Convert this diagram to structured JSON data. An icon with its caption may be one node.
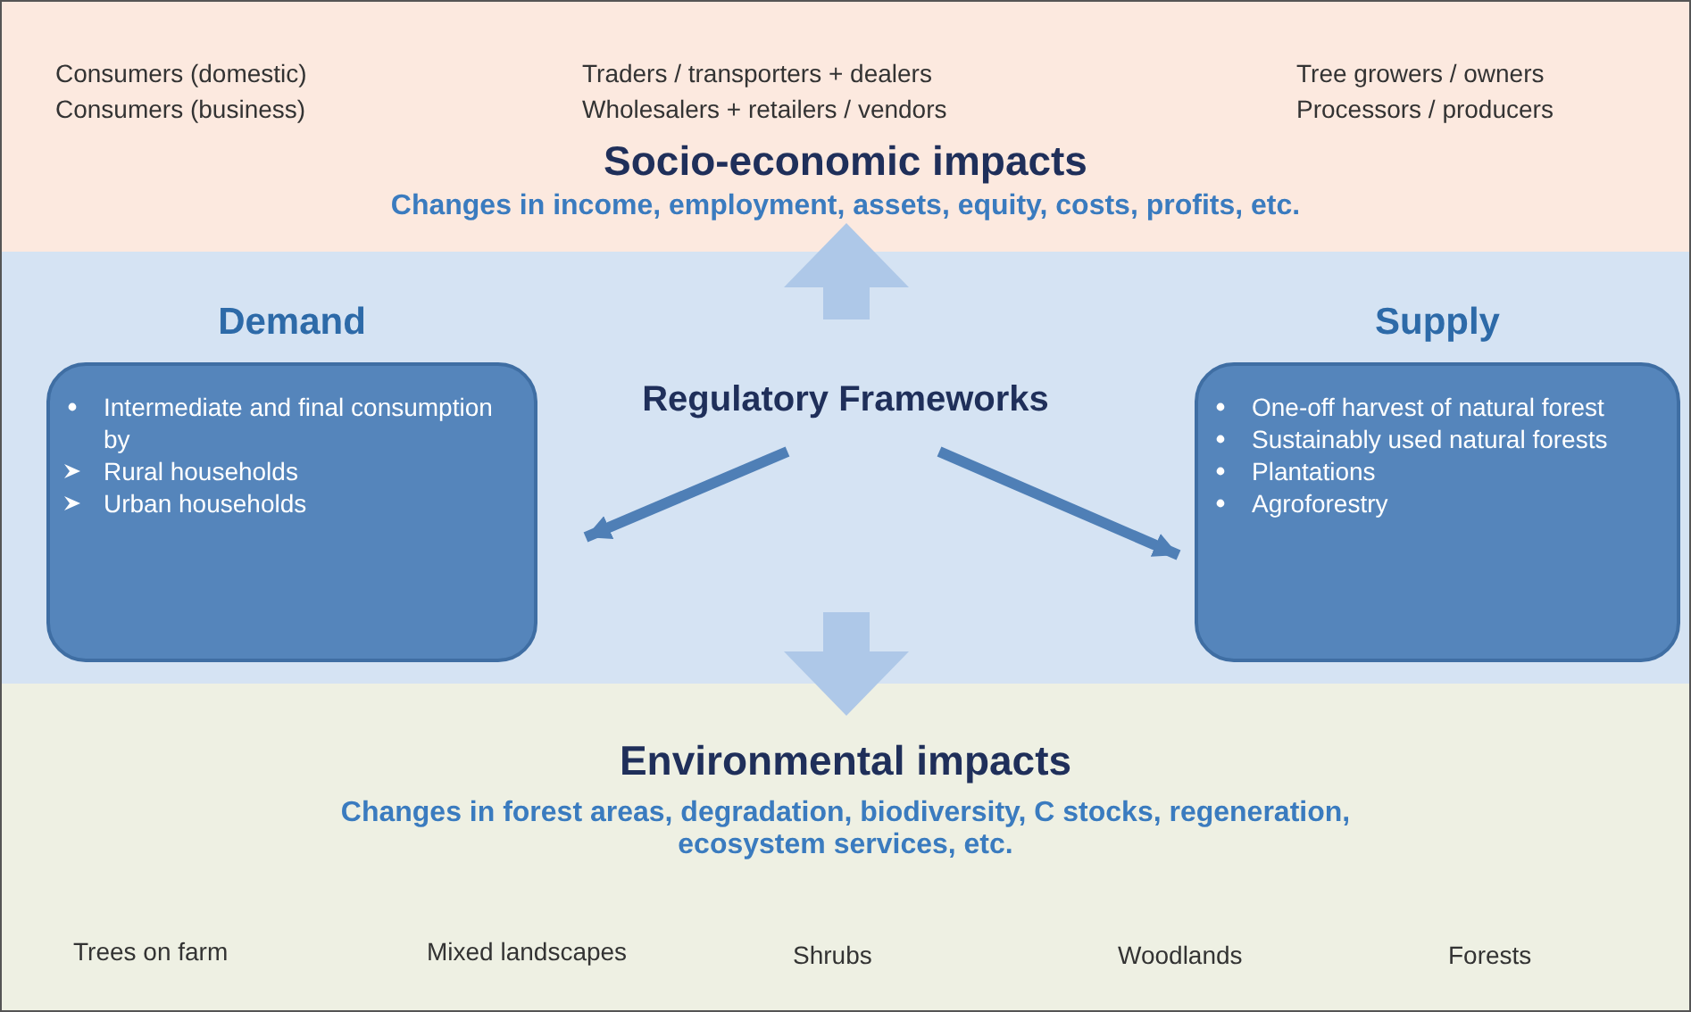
{
  "diagram": {
    "nodes": [
      {
        "text": [
          "Socio-economic impacts",
          "Changes in income, employment, assets, equity, costs, profits, etc."
        ]
      },
      {
        "text": [],
        "shape": "box"
      },
      {
        "text": [
          "Demand",
          "Intermediate and final consumption by",
          "Rural households",
          "Urban households"
        ],
        "in": 1
      },
      {
        "text": [
          "Regulatory Frameworks"
        ],
        "in": 1
      },
      {
        "text": [
          "Supply",
          "One-off harvest of natural forest",
          "Sustainably used natural forests",
          "Plantations",
          "Agroforestry"
        ],
        "in": 1
      },
      {
        "text": [
          "Environmental impacts",
          "Changes in forest areas, degradation, biodiversity, C stocks, regeneration, ecosystem services, etc."
        ]
      }
    ],
    "edges": [
      {
        "from": null,
        "to": 0,
        "arrow": "to",
        "style": "thick",
        "color": "#aec8e8"
      },
      {
        "from": 3,
        "to": 2,
        "arrow": "to",
        "color": "#4f7fb6"
      },
      {
        "from": 3,
        "to": 4,
        "arrow": "to",
        "color": "#4f7fb6"
      },
      {
        "from": null,
        "to": 5,
        "arrow": "to",
        "style": "thick",
        "color": "#aec8e8"
      }
    ],
    "labels": [
      "Consumers (domestic)",
      "Traders / transporters + dealers",
      "Tree growers / owners",
      "Consumers (business)",
      "Wholesalers + retailers / vendors",
      "Processors / producers",
      "Trees on farm",
      "Mixed landscapes",
      "Shrubs",
      "Woodlands",
      "Forests"
    ]
  }
}
